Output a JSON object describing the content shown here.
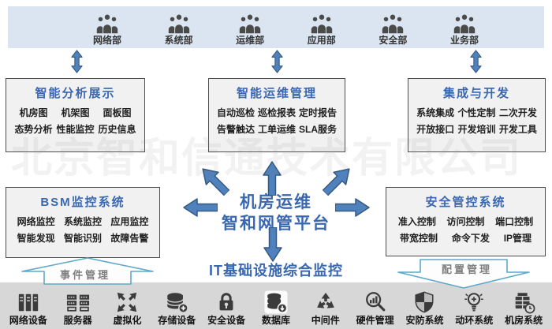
{
  "watermark": "北京智和信通技术有限公司",
  "departments": {
    "items": [
      {
        "label": "网络部"
      },
      {
        "label": "系统部"
      },
      {
        "label": "运维部"
      },
      {
        "label": "应用部"
      },
      {
        "label": "安全部"
      },
      {
        "label": "业务部"
      }
    ]
  },
  "top_boxes": [
    {
      "title": "智能分析展示",
      "rows": [
        [
          "机房图",
          "机架图",
          "面板图"
        ],
        [
          "态势分析",
          "性能监控",
          "历史信息"
        ]
      ]
    },
    {
      "title": "智能运维管理",
      "rows": [
        [
          "自动巡检",
          "巡检报表",
          "定时报告"
        ],
        [
          "告警触达",
          "工单运维",
          "SLA服务"
        ]
      ]
    },
    {
      "title": "集成与开发",
      "rows": [
        [
          "系统集成",
          "个性定制",
          "二次开发"
        ],
        [
          "开放接口",
          "开发培训",
          "开发工具"
        ]
      ]
    }
  ],
  "center": {
    "platform_line1": "机房运维",
    "platform_line2": "智和网管平台",
    "subtitle": "IT基础设施综合监控"
  },
  "side_boxes": [
    {
      "title": "BSM监控系统",
      "rows": [
        [
          "网络监控",
          "系统监控",
          "应用监控"
        ],
        [
          "智能发现",
          "智能识别",
          "故障告警"
        ]
      ]
    },
    {
      "title": "安全管控系统",
      "rows": [
        [
          "准入控制",
          "访问控制",
          "端口控制"
        ],
        [
          "带宽控制",
          "命令下发",
          "IP管理"
        ]
      ]
    }
  ],
  "process_labels": {
    "event": "事件管理",
    "config": "配置管理"
  },
  "bottom_bar": {
    "items": [
      {
        "label": "网络设备",
        "icon": "network-devices-icon"
      },
      {
        "label": "服务器",
        "icon": "servers-icon"
      },
      {
        "label": "虚拟化",
        "icon": "virtualization-icon"
      },
      {
        "label": "存储设备",
        "icon": "storage-devices-icon"
      },
      {
        "label": "安全设备",
        "icon": "security-device-lock-icon"
      },
      {
        "label": "数据库",
        "icon": "database-icon"
      },
      {
        "label": "中间件",
        "icon": "middleware-recycle-icon"
      },
      {
        "label": "硬件管理",
        "icon": "hardware-management-magnifier-icon"
      },
      {
        "label": "安防系统",
        "icon": "security-system-shield-icon"
      },
      {
        "label": "动环系统",
        "icon": "environment-system-bulb-icon"
      },
      {
        "label": "机房系统",
        "icon": "server-room-system-icon"
      }
    ]
  },
  "colors": {
    "accent_blue": "#4f81bd",
    "title_blue": "#3a68b0",
    "dept_bar_bg": "#dbe5f1",
    "box_bg": "#f1f1f1",
    "bottom_bar_bg": "#d7d7d7",
    "outline_arrow_blue": "#5fa8c8",
    "icon_gray": "#3b3b3b"
  }
}
